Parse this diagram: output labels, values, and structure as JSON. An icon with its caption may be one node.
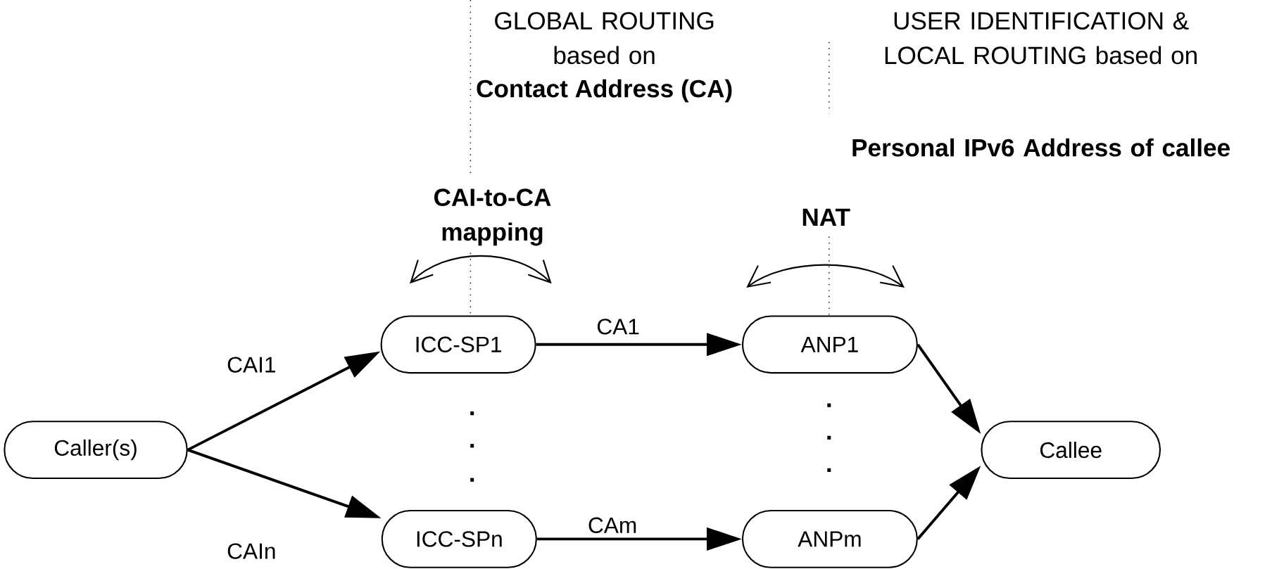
{
  "diagram": {
    "nodes": [
      {
        "text": [
          "Caller(s)"
        ]
      },
      {
        "text": [
          "ICC-SP1"
        ]
      },
      {
        "text": [
          "ICC-SPn"
        ]
      },
      {
        "text": [
          "ANP1"
        ]
      },
      {
        "text": [
          "ANPm"
        ]
      },
      {
        "text": [
          "Callee"
        ]
      }
    ],
    "edges": [
      {
        "from": 0,
        "to": 1,
        "arrow": "to",
        "label": "CAI1"
      },
      {
        "from": 0,
        "to": 2,
        "arrow": "to",
        "label": "CAIn"
      },
      {
        "from": 1,
        "to": 3,
        "arrow": "to",
        "label": "CA1"
      },
      {
        "from": 2,
        "to": 4,
        "arrow": "to",
        "label": "CAm"
      },
      {
        "from": 3,
        "to": 5,
        "arrow": "to"
      },
      {
        "from": 4,
        "to": 5,
        "arrow": "to"
      }
    ],
    "labels": [
      "GLOBAL ROUTING based on",
      "Contact Address (CA)",
      "USER IDENTIFICATION & LOCAL ROUTING based on",
      "Personal IPv6 Address of callee",
      "CAI-to-CA mapping",
      "NAT",
      ".",
      ".",
      ".",
      ".",
      ".",
      "."
    ]
  }
}
